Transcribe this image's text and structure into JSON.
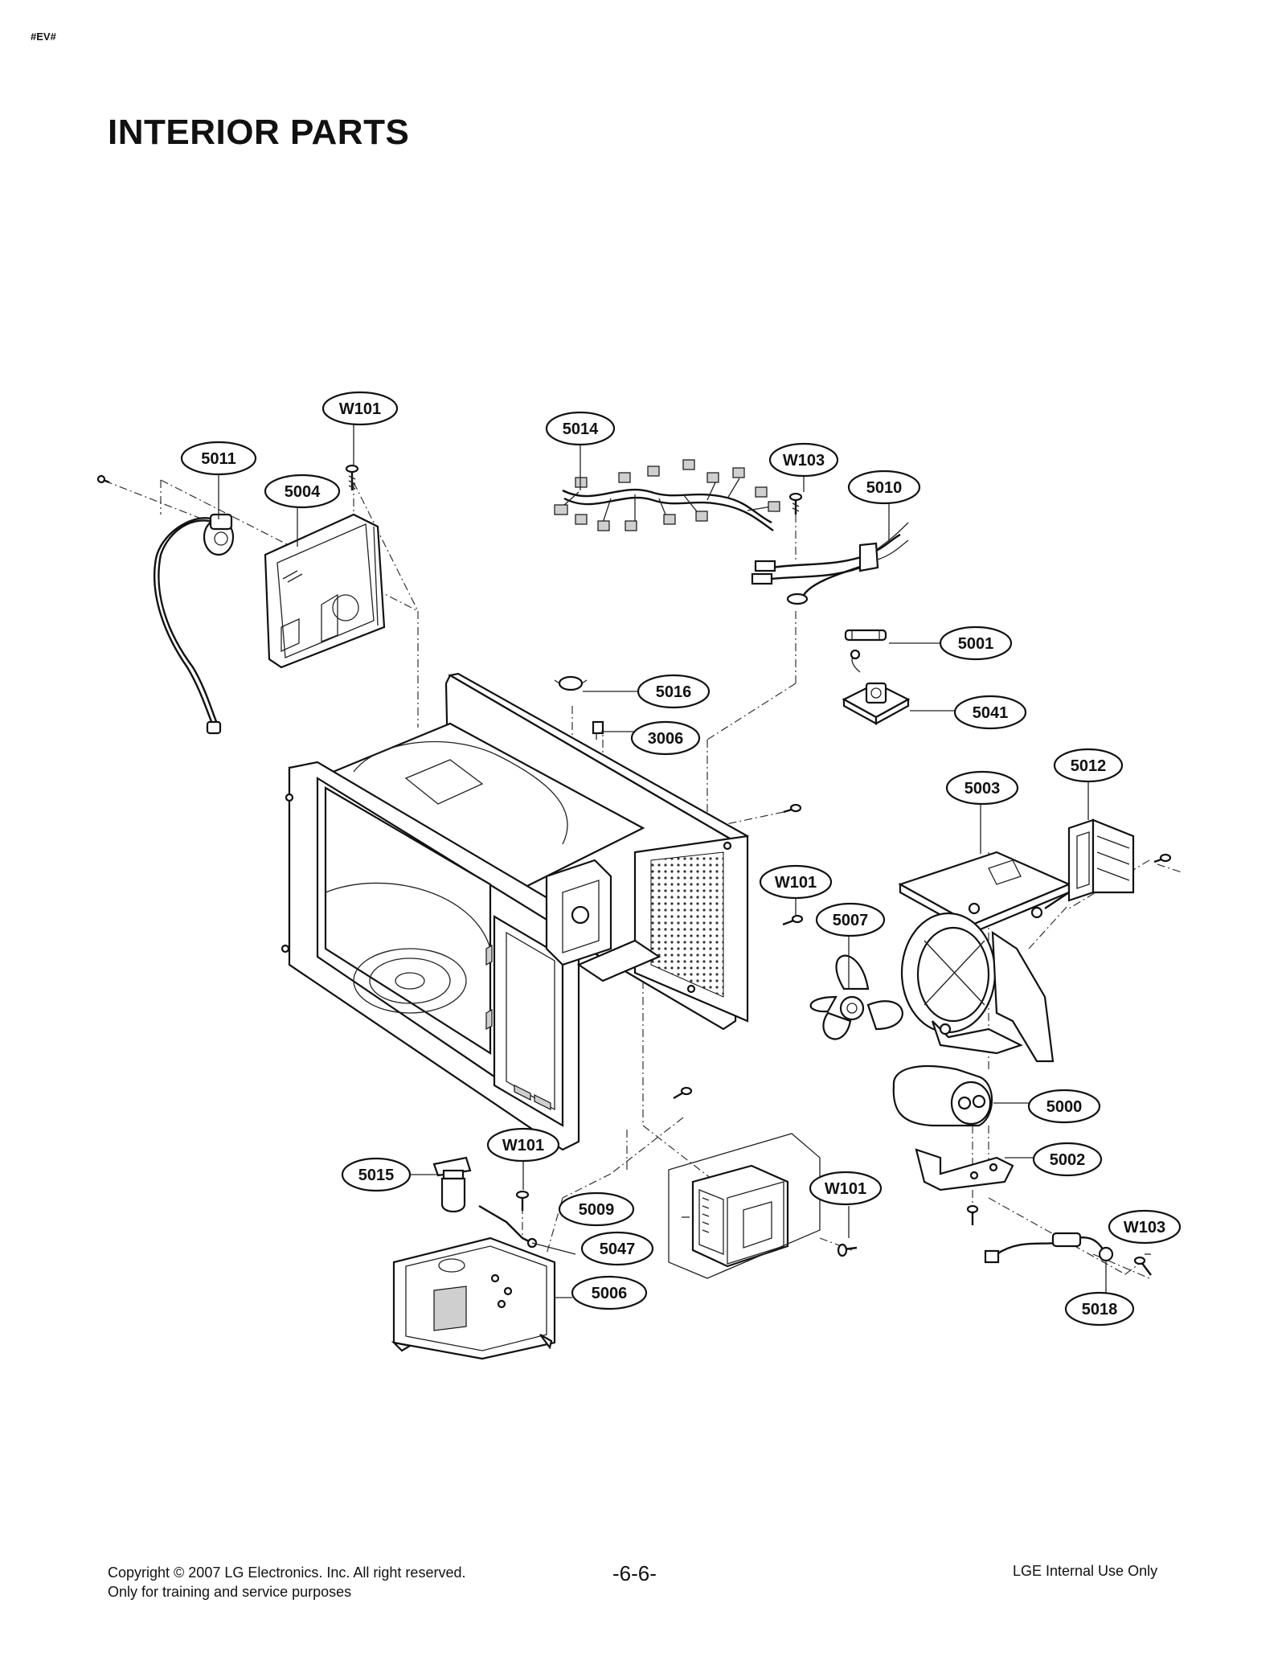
{
  "header": {
    "tag": "#EV#",
    "title": "INTERIOR PARTS"
  },
  "callouts": {
    "w101_a": "W101",
    "p5014": "5014",
    "p5011": "5011",
    "p5004": "5004",
    "w103_a": "W103",
    "p5010": "5010",
    "p5001": "5001",
    "p5016": "5016",
    "p5041": "5041",
    "p3006": "3006",
    "p5012": "5012",
    "p5003": "5003",
    "w101_b": "W101",
    "p5007": "5007",
    "p5000": "5000",
    "w101_c": "W101",
    "p5002": "5002",
    "p5015": "5015",
    "w101_d": "W101",
    "p5009": "5009",
    "w103_b": "W103",
    "p5047": "5047",
    "p5006": "5006",
    "p5018": "5018"
  },
  "footer": {
    "copyright": "Copyright © 2007 LG Electronics. Inc. All right reserved.",
    "purpose": "Only for training and service purposes",
    "page": "-6-6-",
    "internal": "LGE Internal Use Only"
  }
}
